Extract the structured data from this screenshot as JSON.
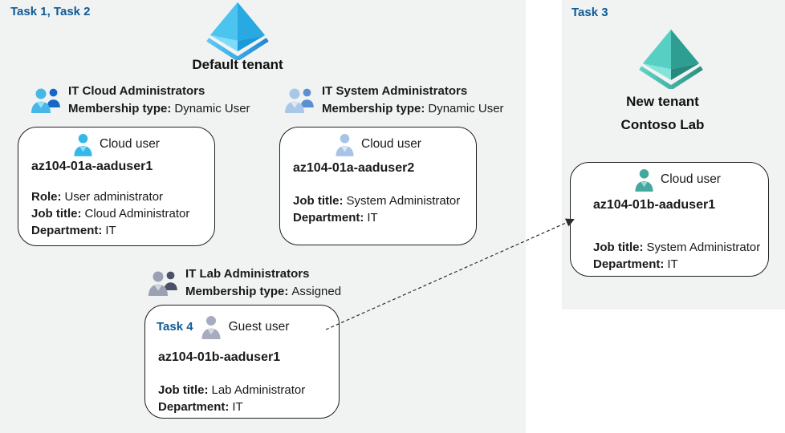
{
  "colors": {
    "panel_bg": "#f1f2f2",
    "task_label_blue": "#0f5a96",
    "card_border": "#1f1f1f",
    "azure_icon_blue": "#2fa9e1",
    "azure_icon_teal": "#3fae a2",
    "cloud_user_cyan": "#33b8e9",
    "cloud_user_steelblue": "#a7c4e7",
    "guest_user_gray": "#a8acc0",
    "cloud_user_teal": "#43a89e"
  },
  "left_panel": {
    "task_label": "Task 1, Task 2",
    "tenant_icon": "azure-ad-pyramid-blue-icon",
    "tenant_title": "Default tenant",
    "groups": [
      {
        "icon": "group-people-blue-icon",
        "name": "IT Cloud Administrators",
        "membership_label": "Membership type:",
        "membership_value": "Dynamic User"
      },
      {
        "icon": "group-people-steelblue-icon",
        "name": "IT System Administrators",
        "membership_label": "Membership type:",
        "membership_value": "Dynamic User"
      },
      {
        "icon": "group-people-gray-icon",
        "name": "IT Lab Administrators",
        "membership_label": "Membership type:",
        "membership_value": "Assigned"
      }
    ],
    "cards": [
      {
        "icon": "cloud-user-cyan-icon",
        "user_type": "Cloud user",
        "name": "az104-01a-aaduser1",
        "fields": [
          {
            "label": "Role:",
            "value": "User administrator"
          },
          {
            "label": "Job title:",
            "value": "Cloud Administrator"
          },
          {
            "label": "Department:",
            "value": "IT"
          }
        ]
      },
      {
        "icon": "cloud-user-steelblue-icon",
        "user_type": "Cloud user",
        "name": "az104-01a-aaduser2",
        "fields": [
          {
            "label": "Job title:",
            "value": "System Administrator"
          },
          {
            "label": "Department:",
            "value": "IT"
          }
        ]
      },
      {
        "task_label": "Task 4",
        "icon": "guest-user-gray-icon",
        "user_type": "Guest user",
        "name": "az104-01b-aaduser1",
        "fields": [
          {
            "label": "Job title:",
            "value": "Lab Administrator"
          },
          {
            "label": "Department:",
            "value": "IT"
          }
        ]
      }
    ]
  },
  "right_panel": {
    "task_label": "Task 3",
    "tenant_icon": "azure-ad-pyramid-teal-icon",
    "tenant_title_line1": "New tenant",
    "tenant_title_line2": "Contoso Lab",
    "card": {
      "icon": "cloud-user-teal-icon",
      "user_type": "Cloud user",
      "name": "az104-01b-aaduser1",
      "fields": [
        {
          "label": "Job title:",
          "value": "System Administrator"
        },
        {
          "label": "Department:",
          "value": "IT"
        }
      ]
    }
  },
  "connector": {
    "style": "dashed-arrow",
    "from": "guest-user-card",
    "to": "new-tenant-cloud-user-card"
  }
}
